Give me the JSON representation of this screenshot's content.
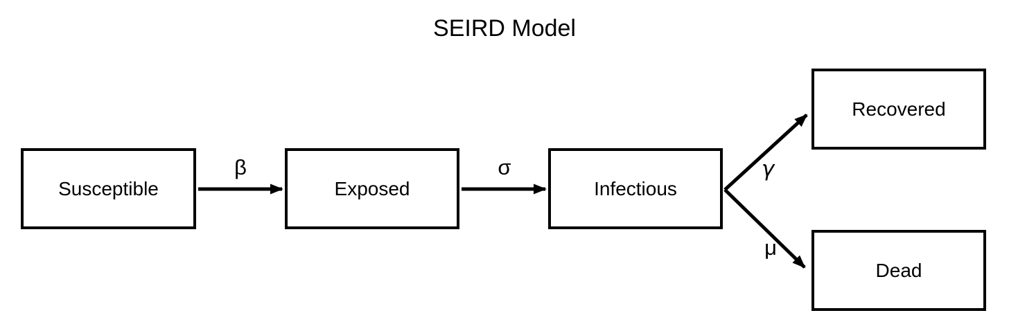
{
  "title": "SEIRD Model",
  "colors": {
    "background": "#ffffff",
    "stroke": "#000000",
    "text": "#000000"
  },
  "nodes": [
    {
      "id": "susceptible",
      "label": "Susceptible"
    },
    {
      "id": "exposed",
      "label": "Exposed"
    },
    {
      "id": "infectious",
      "label": "Infectious"
    },
    {
      "id": "recovered",
      "label": "Recovered"
    },
    {
      "id": "dead",
      "label": "Dead"
    }
  ],
  "edges": [
    {
      "from": "susceptible",
      "to": "exposed",
      "label": "β"
    },
    {
      "from": "exposed",
      "to": "infectious",
      "label": "σ"
    },
    {
      "from": "infectious",
      "to": "recovered",
      "label": "γ"
    },
    {
      "from": "infectious",
      "to": "dead",
      "label": "μ"
    }
  ]
}
